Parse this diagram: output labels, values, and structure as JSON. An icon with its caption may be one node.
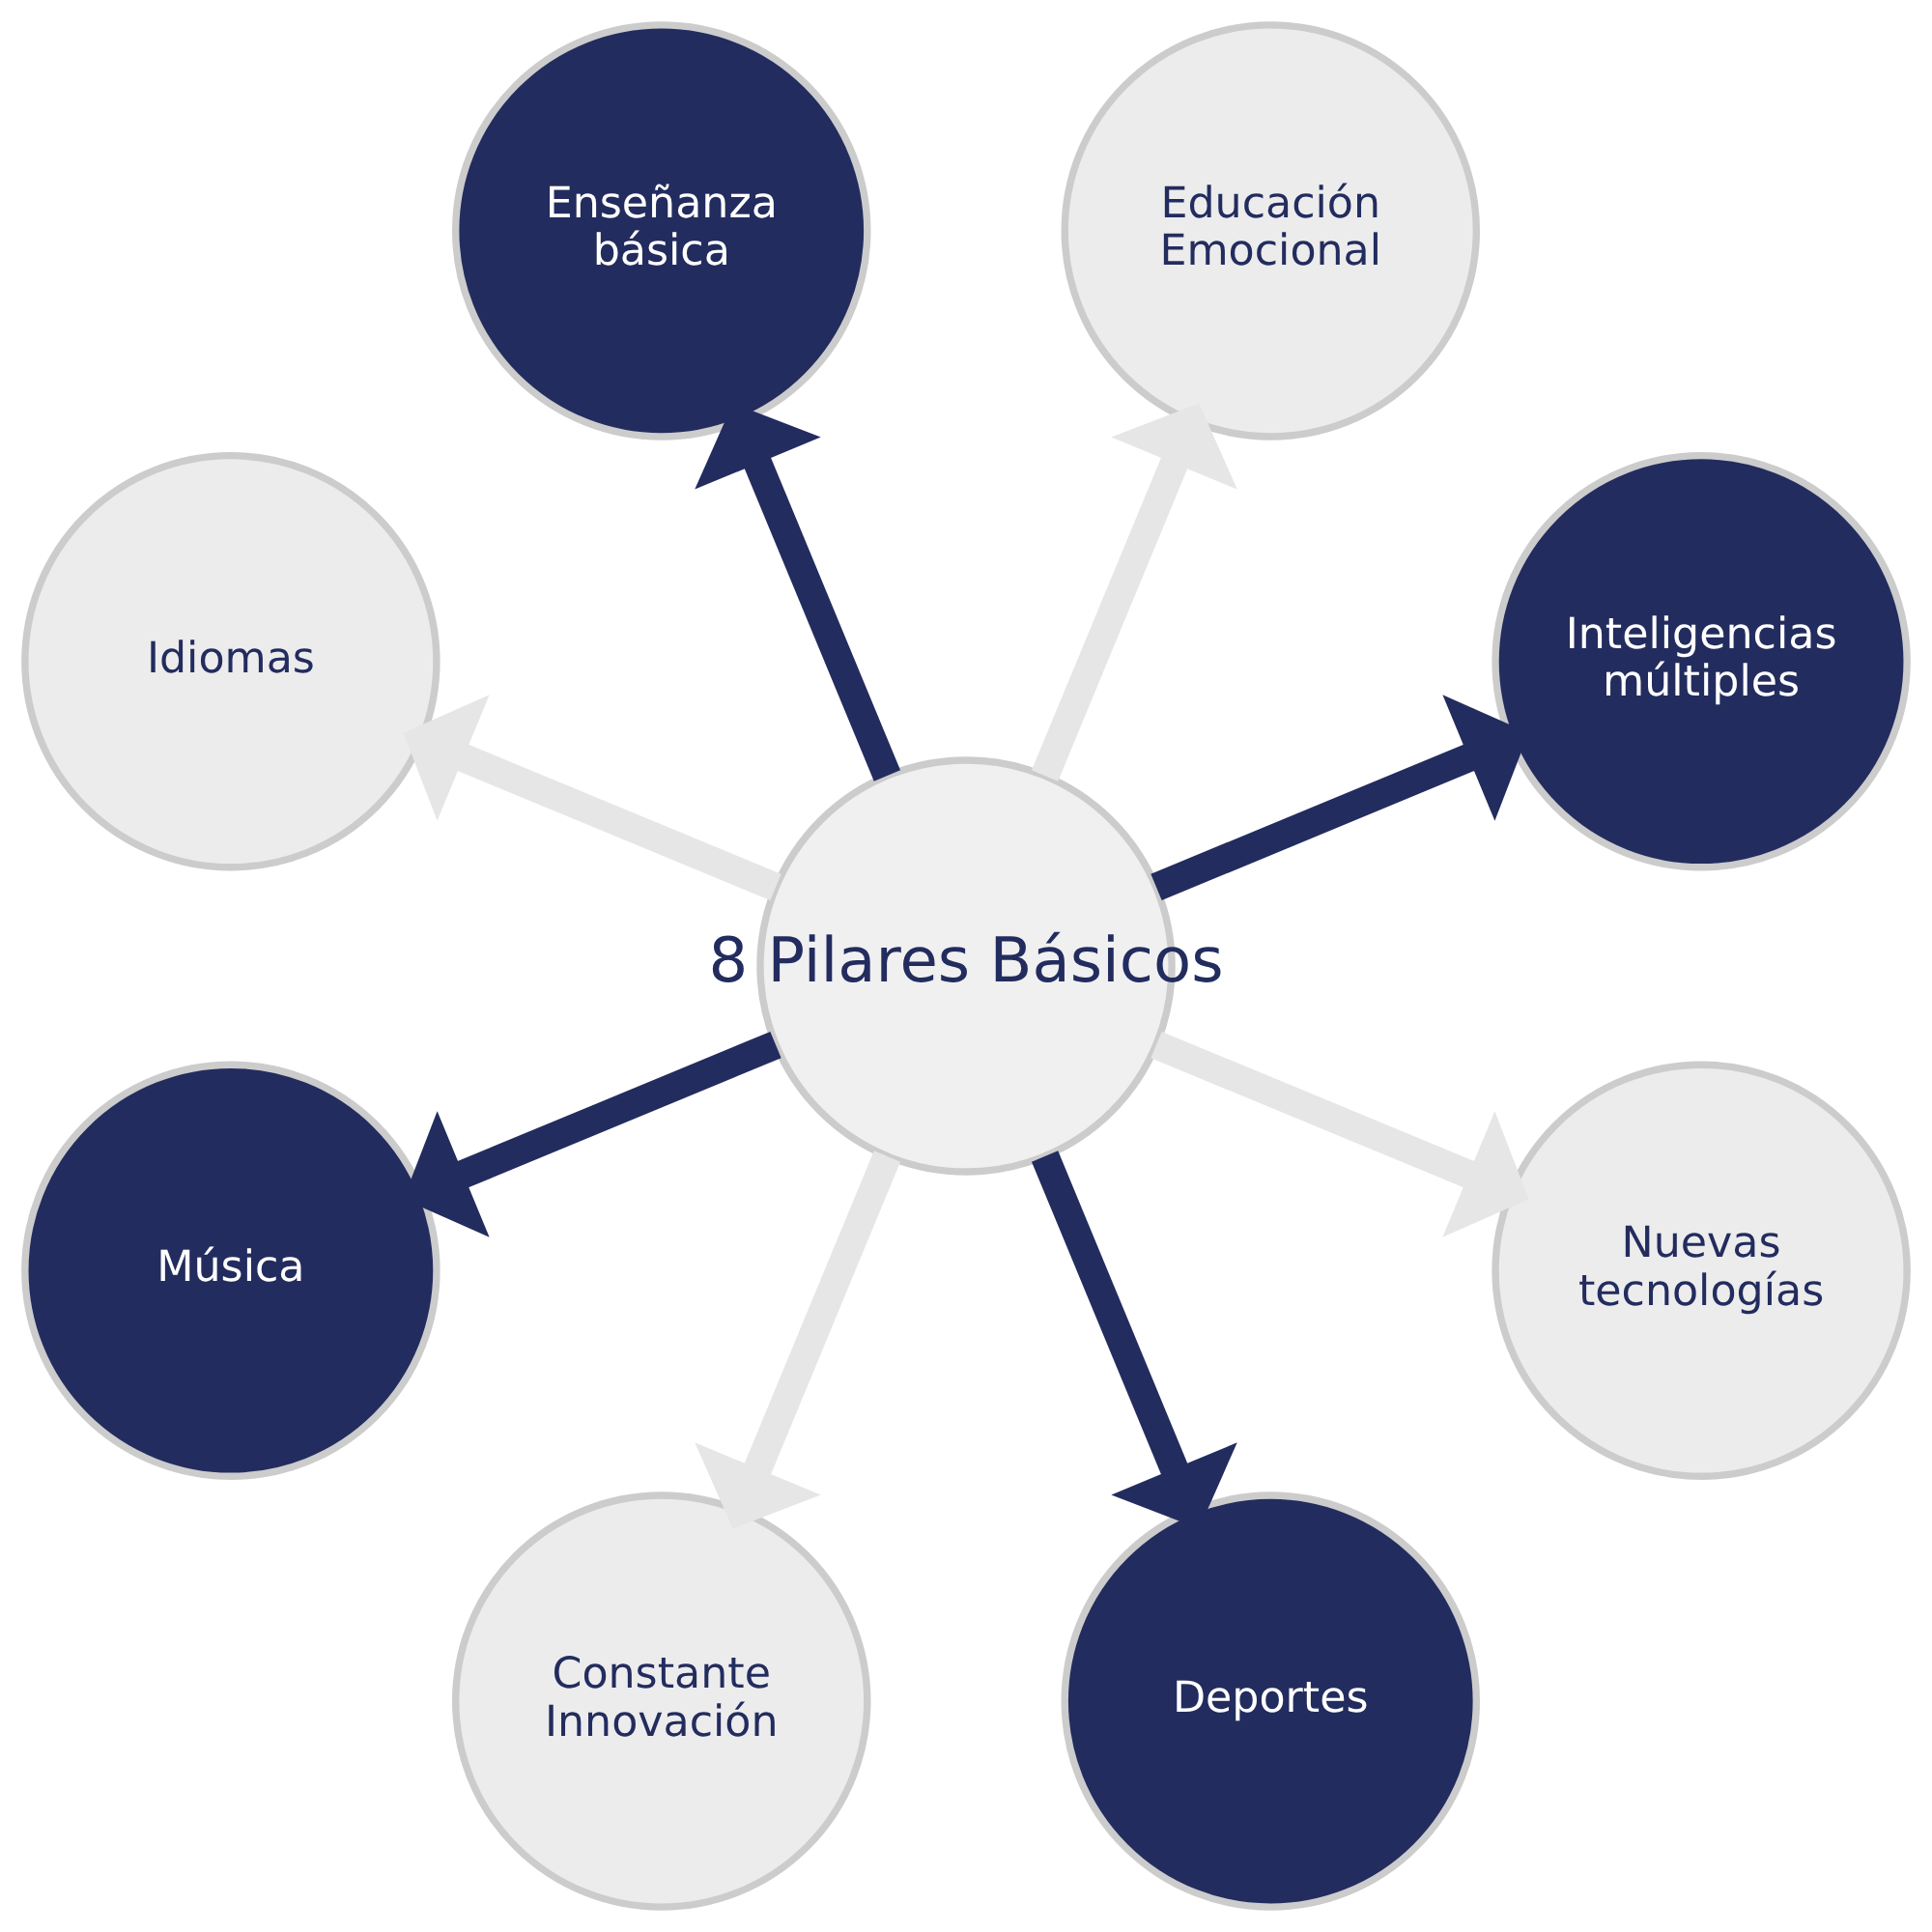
{
  "diagram": {
    "nodes": [
      {
        "text": [
          "8 Pilares Básicos"
        ]
      },
      {
        "text": [
          "Educación Emocional"
        ]
      },
      {
        "text": [
          "Enseñanza básica"
        ]
      },
      {
        "text": [
          "Inteligencias múltiples"
        ]
      },
      {
        "text": [
          "Idiomas"
        ]
      },
      {
        "text": [
          "Nuevas tecnologías"
        ]
      },
      {
        "text": [
          "Música"
        ]
      },
      {
        "text": [
          "Deportes"
        ]
      },
      {
        "text": [
          "Constante Innovación"
        ]
      }
    ],
    "edges": [
      {
        "from": 0,
        "to": 1,
        "arrow": "to",
        "color": "#e6e6e6"
      },
      {
        "from": 0,
        "to": 3,
        "arrow": "to",
        "color": "#232c5e"
      },
      {
        "from": 0,
        "to": 5,
        "arrow": "to",
        "color": "#e6e6e6"
      },
      {
        "from": 0,
        "to": 7,
        "arrow": "to",
        "color": "#232c5e"
      },
      {
        "from": 0,
        "to": 8,
        "arrow": "to",
        "color": "#e6e6e6"
      },
      {
        "from": 0,
        "to": 6,
        "arrow": "to",
        "color": "#232c5e"
      },
      {
        "from": 0,
        "to": 4,
        "arrow": "to",
        "color": "#e6e6e6"
      },
      {
        "from": 0,
        "to": 2,
        "arrow": "to",
        "color": "#232c5e"
      }
    ]
  }
}
